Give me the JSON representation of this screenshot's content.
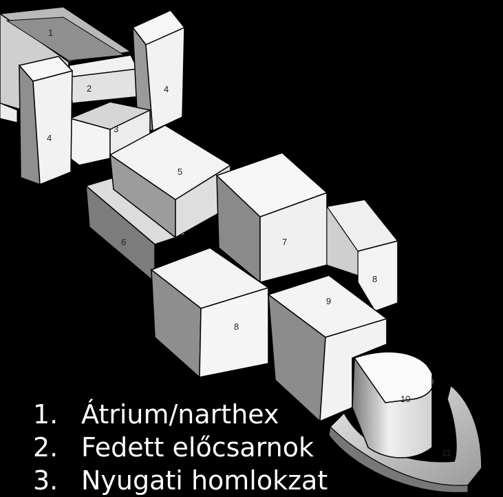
{
  "diagram": {
    "block_labels": [
      "1",
      "2",
      "3",
      "4",
      "4",
      "5",
      "6",
      "7",
      "8",
      "8",
      "9",
      "10",
      "11"
    ]
  },
  "legend": {
    "items": [
      {
        "num": "1.",
        "text": "Átrium/narthex"
      },
      {
        "num": "2.",
        "text": "Fedett előcsarnok"
      },
      {
        "num": "3.",
        "text": "Nyugati homlokzat"
      }
    ]
  }
}
